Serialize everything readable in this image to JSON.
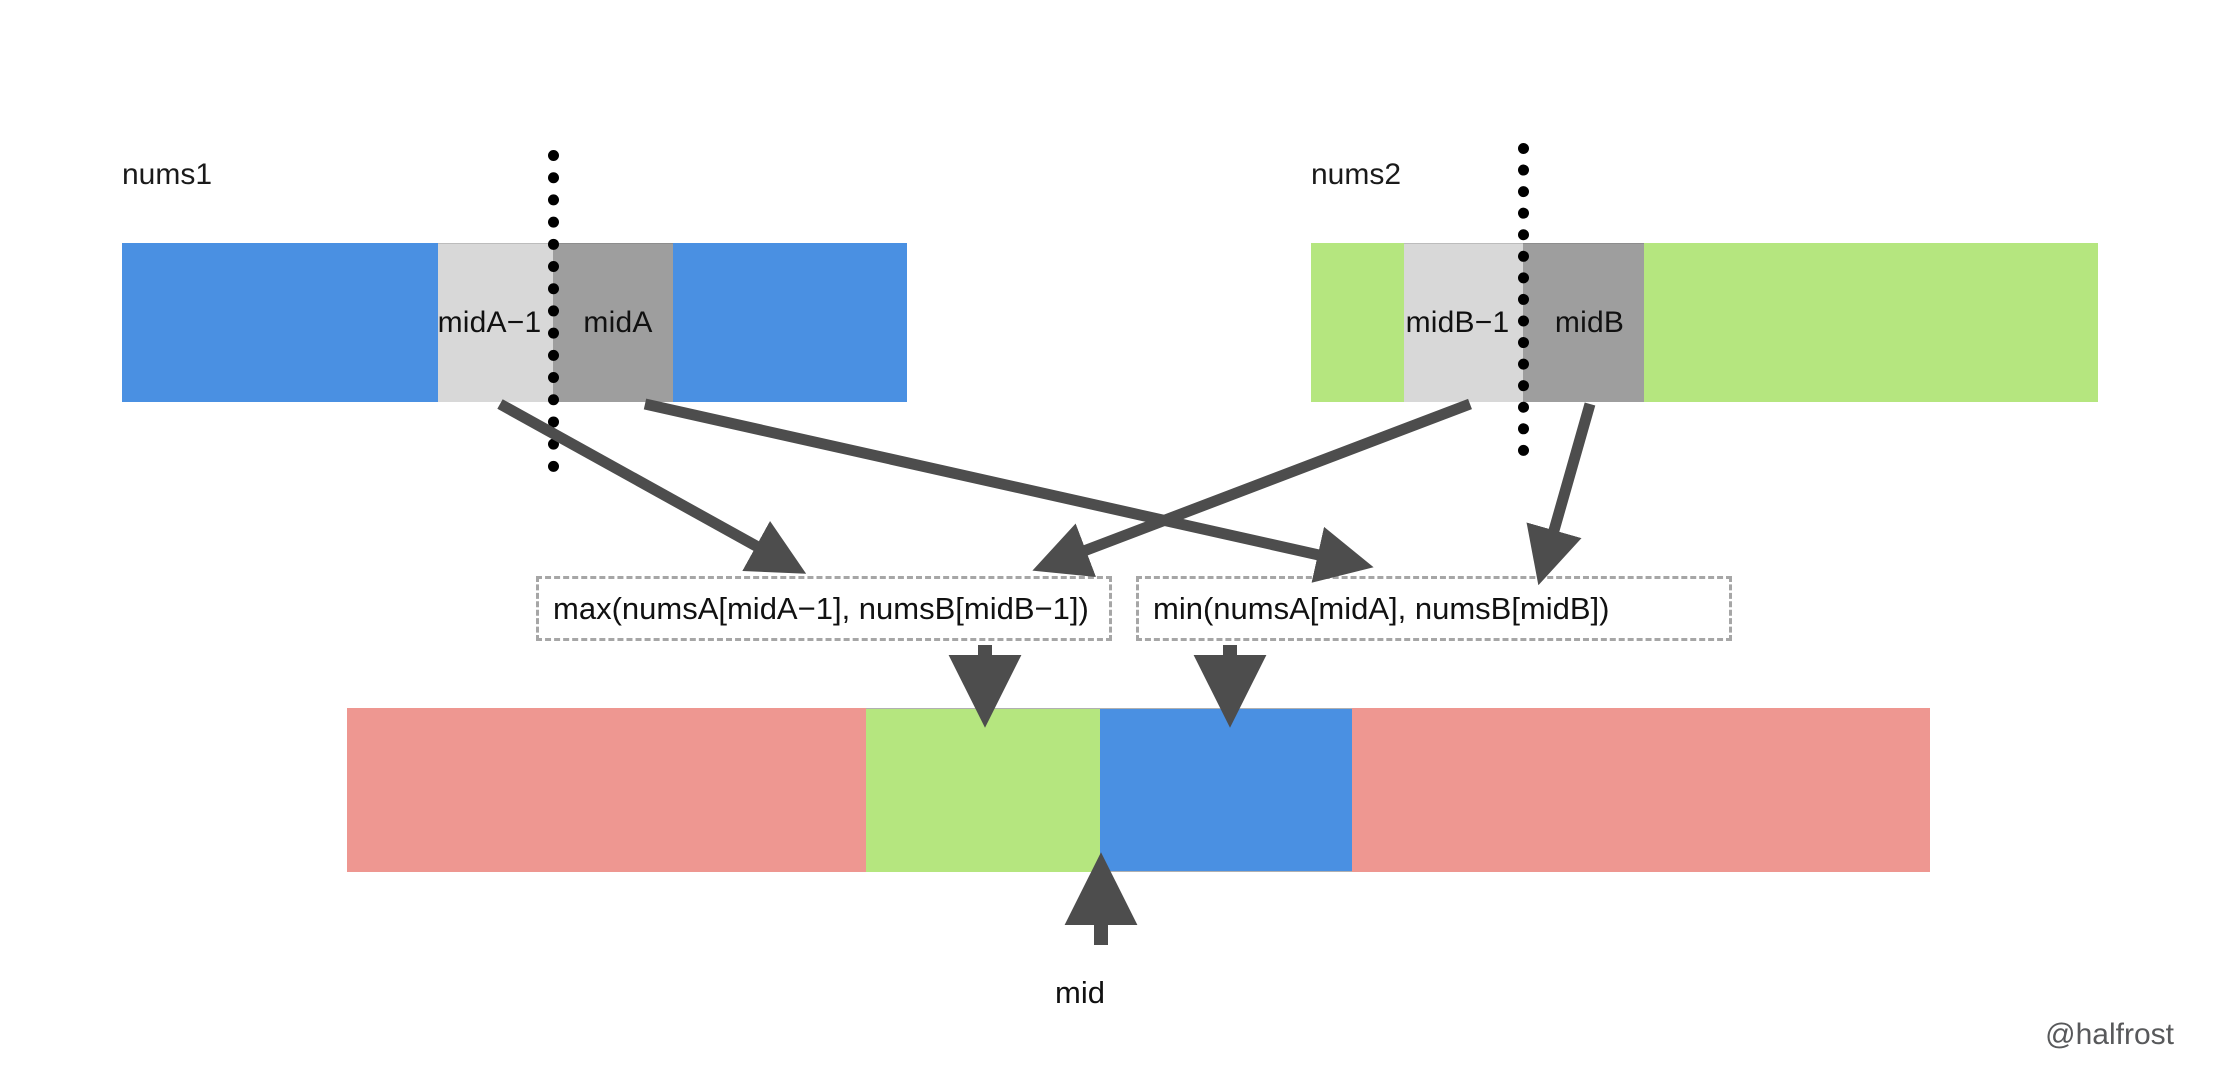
{
  "figure": {
    "title_caption": "",
    "watermark": "@halfrost",
    "colors": {
      "blue": "#4a90e2",
      "green": "#b5e67f",
      "red": "#ee9791",
      "light_gray": "#d8d8d8",
      "dark_gray": "#9e9e9e",
      "arrow": "#4d4d4d",
      "dotted_line": "#000000",
      "dashed_box": "#a6a6a6",
      "text": "#111111",
      "watermark_color": "#58595b"
    }
  },
  "arrays": {
    "nums1": {
      "label": "nums1",
      "segments": [
        {
          "name": "left-outer",
          "label": "",
          "color": "blue"
        },
        {
          "name": "midA-minus-1",
          "label": "midA−1",
          "color": "light_gray"
        },
        {
          "name": "midA",
          "label": "midA",
          "color": "dark_gray"
        },
        {
          "name": "right-outer",
          "label": "",
          "color": "blue"
        }
      ],
      "partition_marker": "dotted-vertical-line"
    },
    "nums2": {
      "label": "nums2",
      "segments": [
        {
          "name": "left-outer",
          "label": "",
          "color": "green"
        },
        {
          "name": "midB-minus-1",
          "label": "midB−1",
          "color": "light_gray"
        },
        {
          "name": "midB",
          "label": "midB",
          "color": "dark_gray"
        },
        {
          "name": "right-outer",
          "label": "",
          "color": "green"
        }
      ],
      "partition_marker": "dotted-vertical-line"
    },
    "merged": {
      "label": "",
      "segments": [
        {
          "name": "left-red",
          "label": "",
          "color": "red"
        },
        {
          "name": "left-max-green",
          "label": "",
          "color": "green"
        },
        {
          "name": "right-min-blue",
          "label": "",
          "color": "blue"
        },
        {
          "name": "right-red",
          "label": "",
          "color": "red"
        }
      ],
      "pointer_label": "mid"
    }
  },
  "formulas": [
    {
      "name": "max-formula",
      "text": "max(numsA[midA−1], numsB[midB−1])"
    },
    {
      "name": "min-formula",
      "text": "min(numsA[midA], numsB[midB])"
    }
  ],
  "connections": [
    {
      "from": "nums1.midA-minus-1",
      "to": "max-formula"
    },
    {
      "from": "nums2.midB-minus-1",
      "to": "max-formula"
    },
    {
      "from": "nums1.midA",
      "to": "min-formula"
    },
    {
      "from": "nums2.midB",
      "to": "min-formula"
    },
    {
      "from": "max-formula",
      "to": "merged.left-max-green"
    },
    {
      "from": "min-formula",
      "to": "merged.right-min-blue"
    },
    {
      "from": "mid-pointer",
      "to": "merged.boundary"
    }
  ]
}
